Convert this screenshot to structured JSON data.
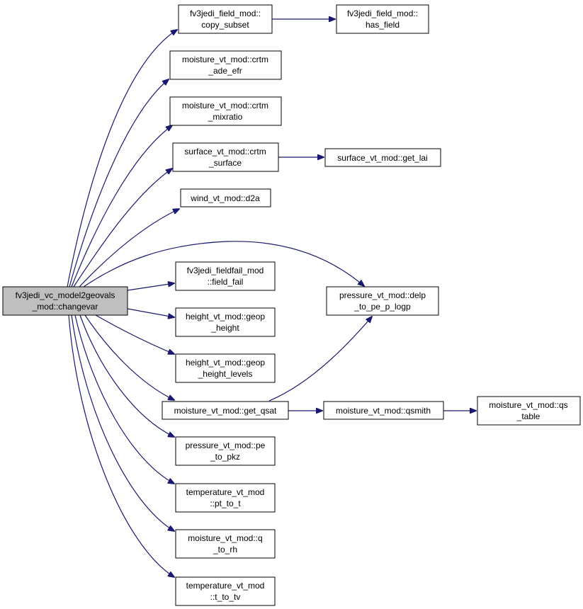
{
  "colors": {
    "edge": "#191970",
    "root_fill": "#bfbfbf",
    "node_fill": "#ffffff",
    "node_stroke": "#000000"
  },
  "nodes": {
    "root": [
      "fv3jedi_vc_model2geovals",
      "_mod::changevar"
    ],
    "copy_subset": [
      "fv3jedi_field_mod::",
      "copy_subset"
    ],
    "has_field": [
      "fv3jedi_field_mod::",
      "has_field"
    ],
    "crtm_ade_efr": [
      "moisture_vt_mod::crtm",
      "_ade_efr"
    ],
    "crtm_mixratio": [
      "moisture_vt_mod::crtm",
      "_mixratio"
    ],
    "crtm_surface": [
      "surface_vt_mod::crtm",
      "_surface"
    ],
    "get_lai": [
      "surface_vt_mod::get_lai"
    ],
    "d2a": [
      "wind_vt_mod::d2a"
    ],
    "field_fail": [
      "fv3jedi_fieldfail_mod",
      "::field_fail"
    ],
    "delp_to_pe": [
      "pressure_vt_mod::delp",
      "_to_pe_p_logp"
    ],
    "geop_height": [
      "height_vt_mod::geop",
      "_height"
    ],
    "geop_height_levels": [
      "height_vt_mod::geop",
      "_height_levels"
    ],
    "get_qsat": [
      "moisture_vt_mod::get_qsat"
    ],
    "qsmith": [
      "moisture_vt_mod::qsmith"
    ],
    "qs_table": [
      "moisture_vt_mod::qs",
      "_table"
    ],
    "pe_to_pkz": [
      "pressure_vt_mod::pe",
      "_to_pkz"
    ],
    "pt_to_t": [
      "temperature_vt_mod",
      "::pt_to_t"
    ],
    "q_to_rh": [
      "moisture_vt_mod::q",
      "_to_rh"
    ],
    "t_to_tv": [
      "temperature_vt_mod",
      "::t_to_tv"
    ]
  }
}
